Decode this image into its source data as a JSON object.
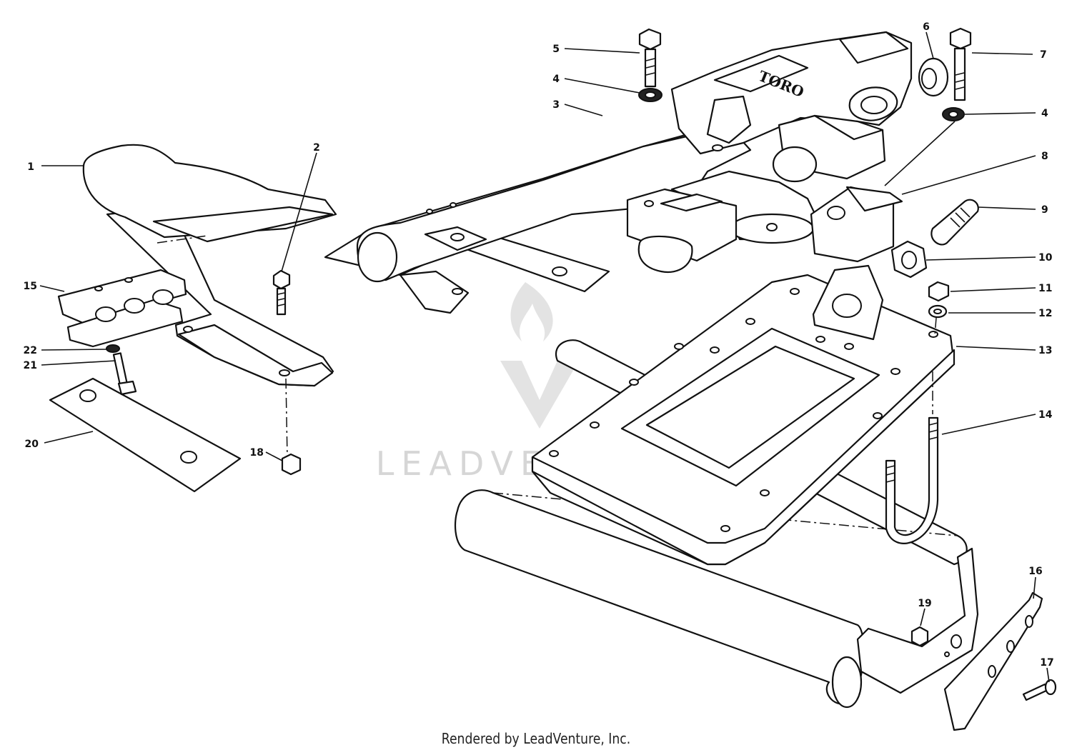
{
  "diagram": {
    "emblem_text": "TORO",
    "watermark": "LEADVENTURE",
    "footer": "Rendered by LeadVenture, Inc.",
    "callouts": [
      {
        "id": "1",
        "label": "1"
      },
      {
        "id": "2",
        "label": "2"
      },
      {
        "id": "3",
        "label": "3"
      },
      {
        "id": "4a",
        "label": "4"
      },
      {
        "id": "4b",
        "label": "4"
      },
      {
        "id": "5",
        "label": "5"
      },
      {
        "id": "6",
        "label": "6"
      },
      {
        "id": "7",
        "label": "7"
      },
      {
        "id": "8",
        "label": "8"
      },
      {
        "id": "9",
        "label": "9"
      },
      {
        "id": "10",
        "label": "10"
      },
      {
        "id": "11",
        "label": "11"
      },
      {
        "id": "12",
        "label": "12"
      },
      {
        "id": "13",
        "label": "13"
      },
      {
        "id": "14",
        "label": "14"
      },
      {
        "id": "15",
        "label": "15"
      },
      {
        "id": "16",
        "label": "16"
      },
      {
        "id": "17",
        "label": "17"
      },
      {
        "id": "18",
        "label": "18"
      },
      {
        "id": "19",
        "label": "19"
      },
      {
        "id": "20",
        "label": "20"
      },
      {
        "id": "21",
        "label": "21"
      },
      {
        "id": "22",
        "label": "22"
      }
    ]
  }
}
